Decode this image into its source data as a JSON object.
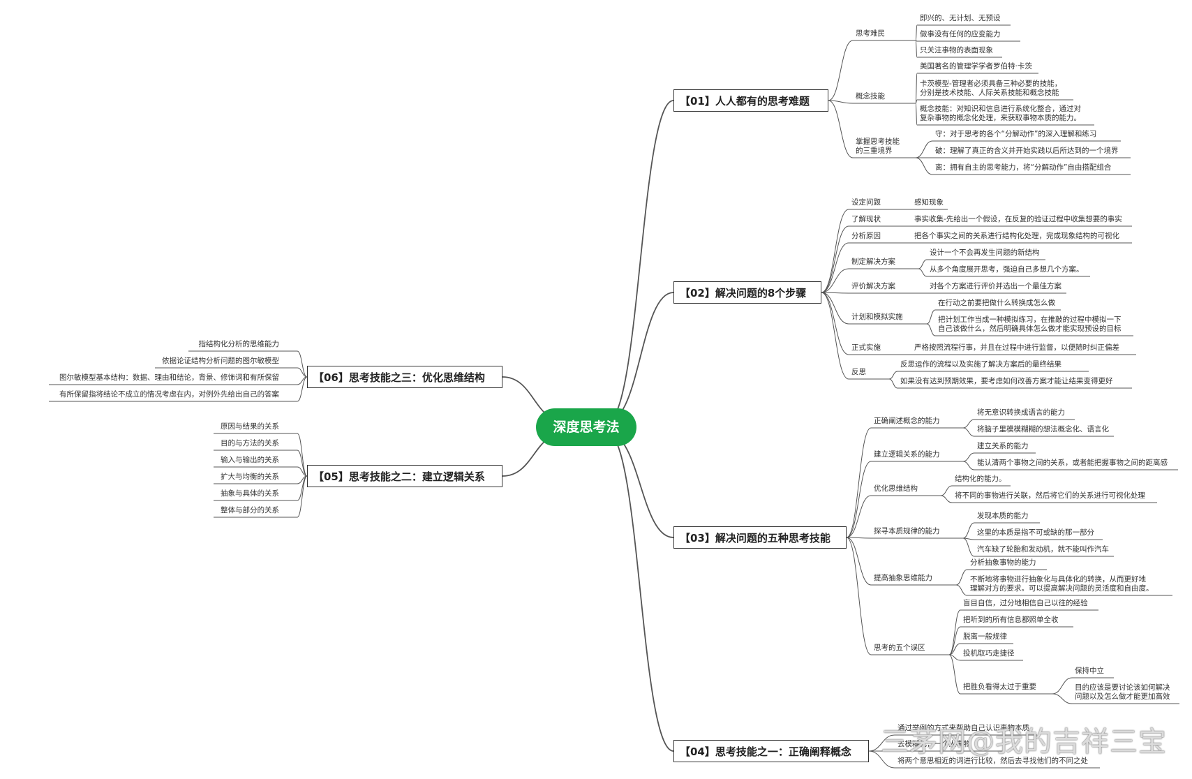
{
  "root": {
    "label": "深度思考法",
    "color": "#1aa64a"
  },
  "branches": [
    {
      "id": "b01",
      "label": "【01】人人都有的思考难题",
      "children": [
        {
          "label": "思考难民",
          "children": [
            "即兴的、无计划、无预设",
            "做事没有任何的应变能力",
            "只关注事物的表面现象"
          ]
        },
        {
          "label": "概念技能",
          "children": [
            "美国著名的管理学学者罗伯特·卡茨",
            "卡茨模型-管理者必须具备三种必要的技能，\n分别是技术技能、人际关系技能和概念技能",
            "概念技能：对知识和信息进行系统化整合，通过对\n复杂事物的概念化处理，来获取事物本质的能力。"
          ]
        },
        {
          "label": "掌握思考技能\n的三重境界",
          "children": [
            "守：对于思考的各个“分解动作”的深入理解和练习",
            "破：理解了真正的含义并开始实践以后所达到的一个境界",
            "离：拥有自主的思考能力，将“分解动作”自由搭配组合"
          ]
        }
      ]
    },
    {
      "id": "b02",
      "label": "【02】解决问题的8个步骤",
      "children": [
        {
          "label": "设定问题",
          "children": [
            "感知现象"
          ]
        },
        {
          "label": "了解现状",
          "children": [
            "事实收集-先给出一个假设，在反复的验证过程中收集想要的事实"
          ]
        },
        {
          "label": "分析原因",
          "children": [
            "把各个事实之间的关系进行结构化处理，完成现象结构的可视化"
          ]
        },
        {
          "label": "制定解决方案",
          "children": [
            "设计一个不会再发生问题的新结构",
            "从多个角度展开思考，强迫自己多想几个方案。"
          ]
        },
        {
          "label": "评价解决方案",
          "children": [
            "对各个方案进行评价并选出一个最佳方案"
          ]
        },
        {
          "label": "计划和模拟实施",
          "children": [
            "在行动之前要把做什么转换成怎么做",
            "把计划工作当成一种模拟练习，在推敲的过程中模拟一下\n自己该做什么，然后明确具体怎么做才能实现预设的目标"
          ]
        },
        {
          "label": "正式实施",
          "children": [
            "严格按照流程行事，并且在过程中进行监督，以便随时纠正偏差"
          ]
        },
        {
          "label": "反思",
          "children": [
            "反思运作的流程以及实施了解决方案后的最终结果",
            "如果没有达到预期效果，要考虑如何改善方案才能让结果变得更好"
          ]
        }
      ]
    },
    {
      "id": "b03",
      "label": "【03】解决问题的五种思考技能",
      "children": [
        {
          "label": "正确阐述概念的能力",
          "children": [
            "将无意识转换成语言的能力",
            "将脑子里模模糊糊的想法概念化、语言化"
          ]
        },
        {
          "label": "建立逻辑关系的能力",
          "children": [
            "建立关系的能力",
            "能认清两个事物之间的关系，或者能把握事物之间的距离感"
          ]
        },
        {
          "label": "优化思维结构",
          "children": [
            "结构化的能力。",
            "将不同的事物进行关联，然后将它们的关系进行可视化处理"
          ]
        },
        {
          "label": "探寻本质规律的能力",
          "children": [
            "发现本质的能力",
            "这里的本质是指不可或缺的那一部分",
            "汽车缺了轮胎和发动机，就不能叫作汽车"
          ]
        },
        {
          "label": "提高抽象思维能力",
          "children": [
            "分析抽象事物的能力",
            "不断地将事物进行抽象化与具体化的转换，从而更好地\n理解对方的要求。可以提高解决问题的灵活度和自由度。"
          ]
        },
        {
          "label": "思考的五个误区",
          "children": [
            "盲目自信，过分地相信自己以往的经验",
            "把听到的所有信息都照单全收",
            "脱离一般规律",
            "投机取巧走捷径",
            "把胜负看得太过于重要"
          ],
          "sub": [
            "保持中立",
            "目的应该是要讨论该如何解决\n问题以及怎么做才能更加高效"
          ]
        }
      ]
    },
    {
      "id": "b04",
      "label": "【04】思考技能之一：正确阐释概念",
      "children": [
        "通过举例的方式来帮助自己认识事物本质",
        "去模糊化，一个人事物",
        "将两个意思相近的词进行比较，然后去寻找他们的不同之处"
      ]
    },
    {
      "id": "b05",
      "label": "【05】思考技能之二：建立逻辑关系",
      "children": [
        "原因与结果的关系",
        "目的与方法的关系",
        "输入与输出的关系",
        "扩大与均衡的关系",
        "抽象与具体的关系",
        "整体与部分的关系"
      ]
    },
    {
      "id": "b06",
      "label": "【06】思考技能之三：优化思维结构",
      "children": [
        "指结构化分析的思维能力",
        "依据论证结构分析问题的图尔敏模型",
        "图尔敏模型基本结构：数据、理由和结论，背景、修饰词和有所保留",
        "有所保留指将结论不成立的情况考虑在内，对例外先给出自己的答案"
      ]
    }
  ],
  "watermark": "三茅网@我的吉祥三宝"
}
